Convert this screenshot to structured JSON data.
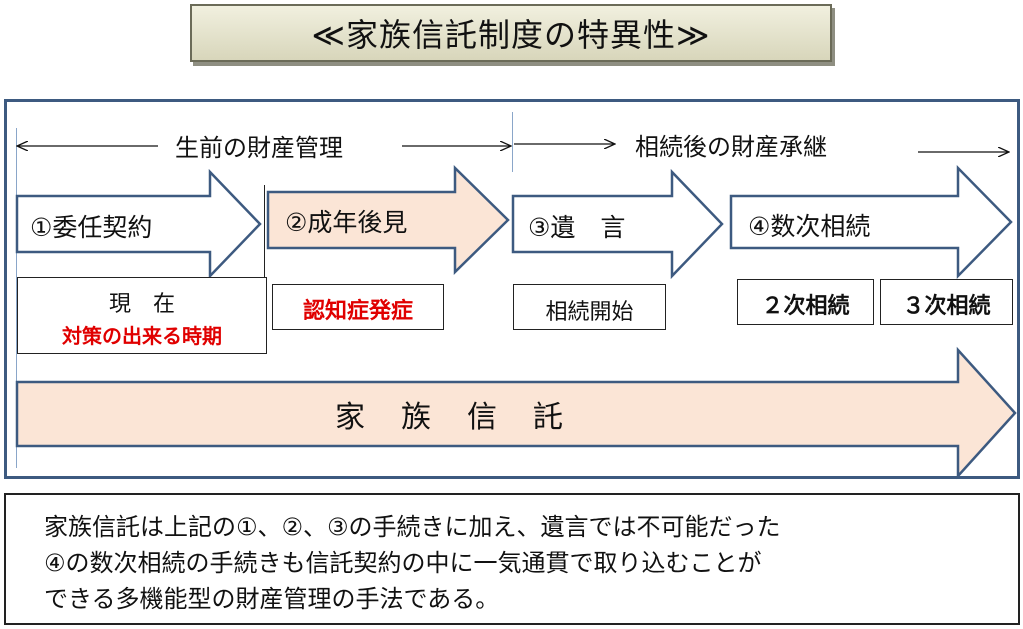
{
  "title": "≪家族信託制度の特異性≫",
  "phases": {
    "pre": "生前の財産管理",
    "post": "相続後の財産承継"
  },
  "steps": [
    {
      "label": "①委任契約"
    },
    {
      "label": "②成年後見"
    },
    {
      "label": "③遺　言"
    },
    {
      "label": "④数次相続"
    }
  ],
  "boxes": {
    "now_line1": "現　在",
    "now_line2": "対策の出来る時期",
    "dementia": "認知症発症",
    "inheritance_start": "相続開始",
    "second": "２次相続",
    "third": "３次相続"
  },
  "trust_label": "家族信託",
  "description": [
    "家族信託は上記の①、②、③の手続きに加え、遺言では不可能だった",
    "④の数次相続の手続きも信託契約の中に一気通貫で取り込むことが",
    "できる多機能型の財産管理の手法である。"
  ],
  "colors": {
    "arrow_stroke": "#3d5a80",
    "arrow_fill_white": "#ffffff",
    "arrow_fill_peach": "#fbe5d6",
    "alert_red": "#e00000"
  }
}
